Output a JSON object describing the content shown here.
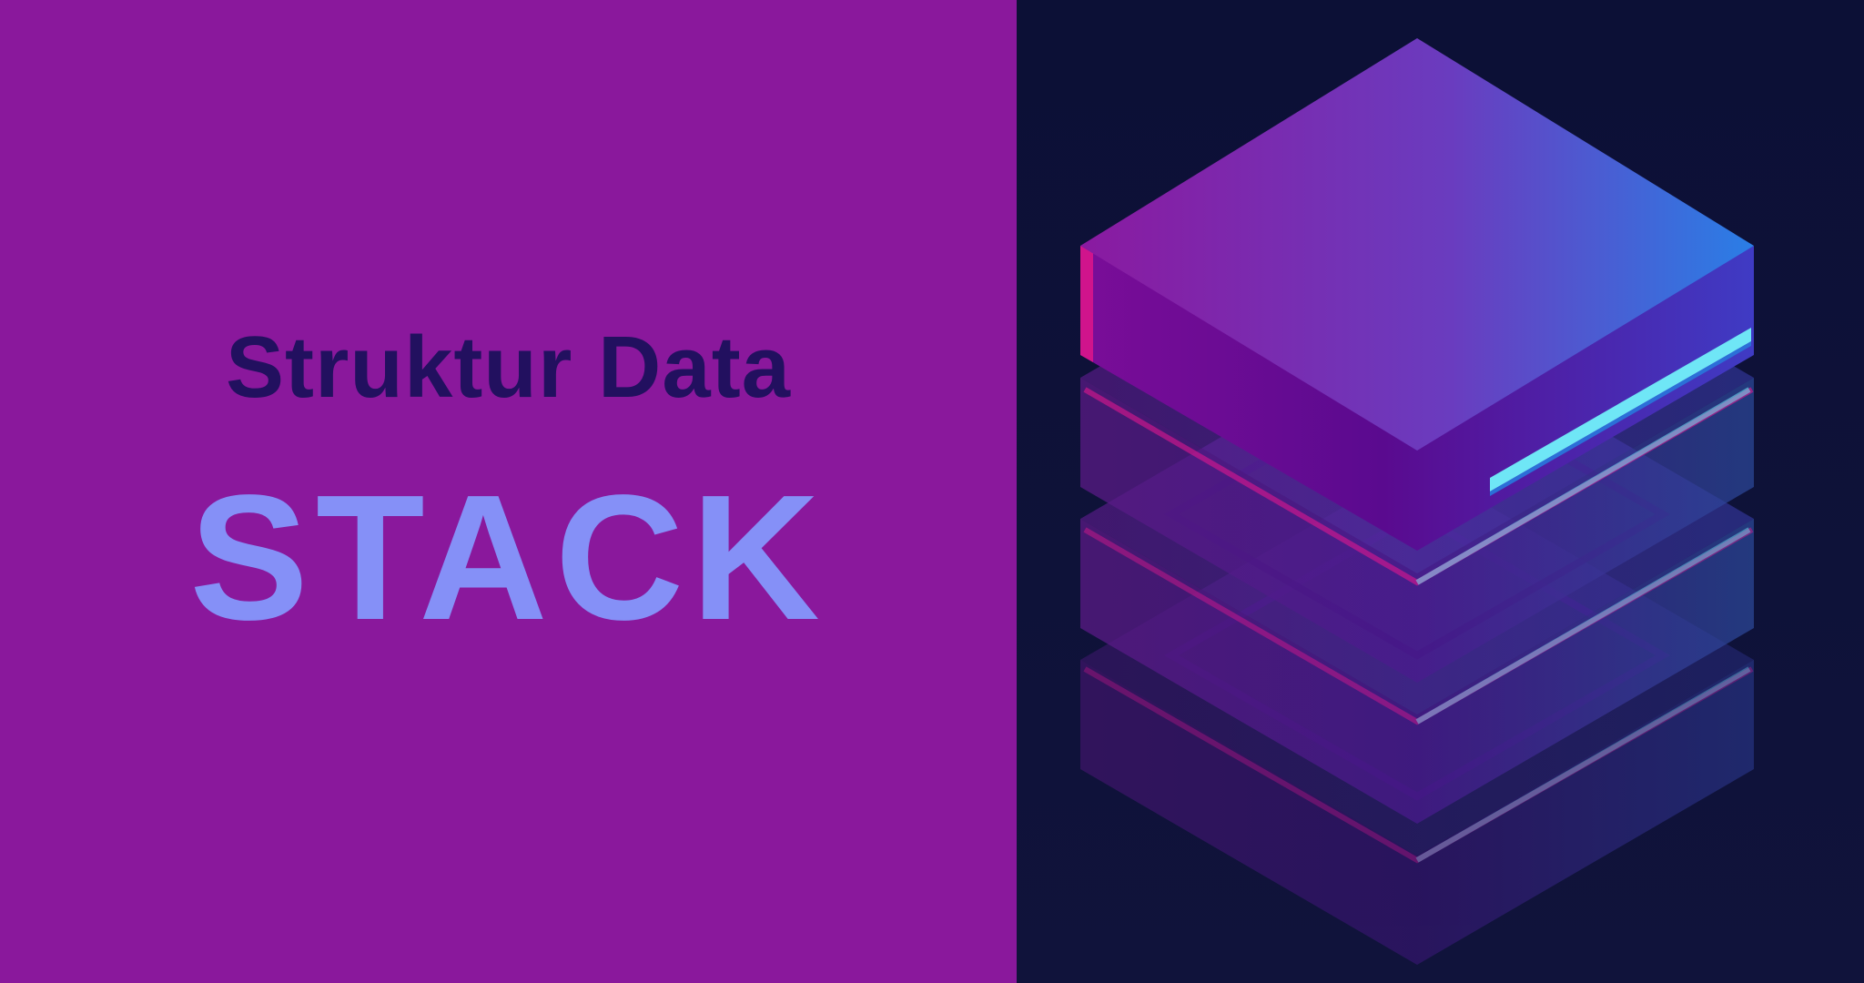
{
  "headline": {
    "subtitle": "Struktur Data",
    "title": "STACK"
  },
  "illustration": {
    "icon": "stacked-layers-icon",
    "layers": 4
  },
  "colors": {
    "left_background": "#8a189c",
    "right_background": "#0d1137",
    "subtitle": "#22105f",
    "title": "#8590f7",
    "accent_cyan": "#6fe6f6",
    "accent_magenta": "#e0188f"
  }
}
